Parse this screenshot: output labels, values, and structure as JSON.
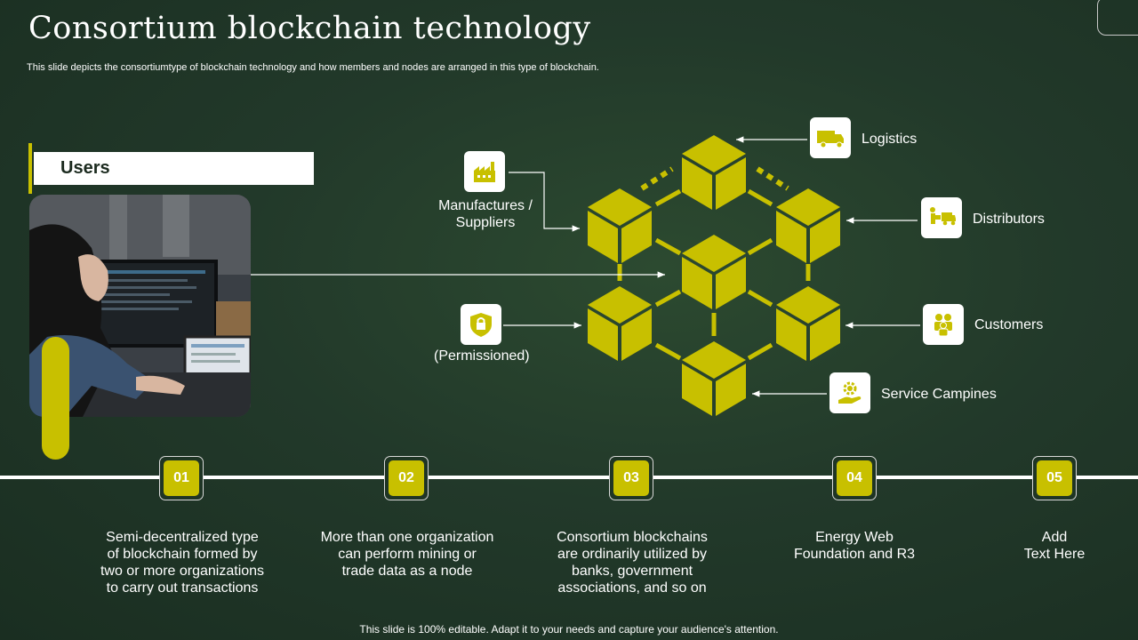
{
  "title": "Consortium blockchain technology",
  "subtitle": "This slide depicts the consortiumtype of blockchain technology and how members and nodes are arranged in this type of blockchain.",
  "users": {
    "label": "Users"
  },
  "nodes": {
    "manufactures": {
      "line1": "Manufactures  /",
      "line2": "Suppliers",
      "icon": "factory-icon"
    },
    "permissioned": {
      "label": "(Permissioned)",
      "icon": "shield-lock-icon"
    },
    "logistics": {
      "label": "Logistics",
      "icon": "truck-icon"
    },
    "distributors": {
      "label": "Distributors",
      "icon": "delivery-icon"
    },
    "customers": {
      "label": "Customers",
      "icon": "people-icon"
    },
    "service": {
      "label": "Service Campines",
      "icon": "gear-hand-icon"
    }
  },
  "steps": [
    {
      "num": "01",
      "lines": [
        "Semi-decentralized type",
        "of blockchain formed by",
        "two or more organizations",
        "to carry out transactions"
      ]
    },
    {
      "num": "02",
      "lines": [
        "More than one organization",
        "can perform mining or",
        "trade data as a node"
      ]
    },
    {
      "num": "03",
      "lines": [
        "Consortium blockchains",
        "are ordinarily utilized by",
        "banks, government",
        "associations, and so on"
      ]
    },
    {
      "num": "04",
      "lines": [
        "Energy Web",
        "Foundation and R3"
      ]
    },
    {
      "num": "05",
      "lines": [
        "Add",
        "Text Here"
      ]
    }
  ],
  "footer": "This slide is 100% editable. Adapt it to your needs and capture your audience's attention.",
  "colors": {
    "accent": "#c8c000",
    "background": "#22392a"
  }
}
